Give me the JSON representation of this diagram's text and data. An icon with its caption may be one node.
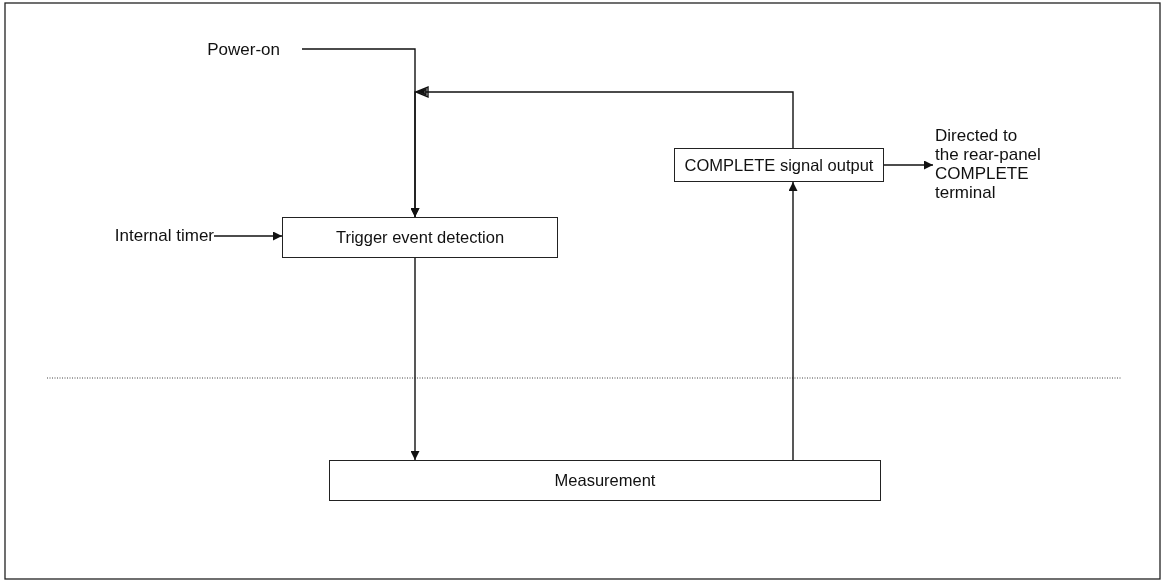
{
  "diagram": {
    "nodes": [
      {
        "text": [
          "Power-on"
        ]
      },
      {
        "text": [
          "Internal timer"
        ]
      },
      {
        "text": [
          "Trigger event detection"
        ]
      },
      {
        "text": [
          "COMPLETE signal output"
        ]
      },
      {
        "text": [
          "Directed to the rear-panel COMPLETE terminal"
        ]
      },
      {
        "text": [
          "Measurement"
        ]
      }
    ],
    "edges": [
      {
        "from": 0,
        "to": 2,
        "arrow": "to"
      },
      {
        "from": 1,
        "to": 2,
        "arrow": "to"
      },
      {
        "from": 3,
        "to": 2,
        "arrow": "to"
      },
      {
        "from": 2,
        "to": 5,
        "arrow": "to"
      },
      {
        "from": 5,
        "to": 3,
        "arrow": "to"
      },
      {
        "from": 3,
        "to": 4,
        "arrow": "to"
      }
    ]
  }
}
